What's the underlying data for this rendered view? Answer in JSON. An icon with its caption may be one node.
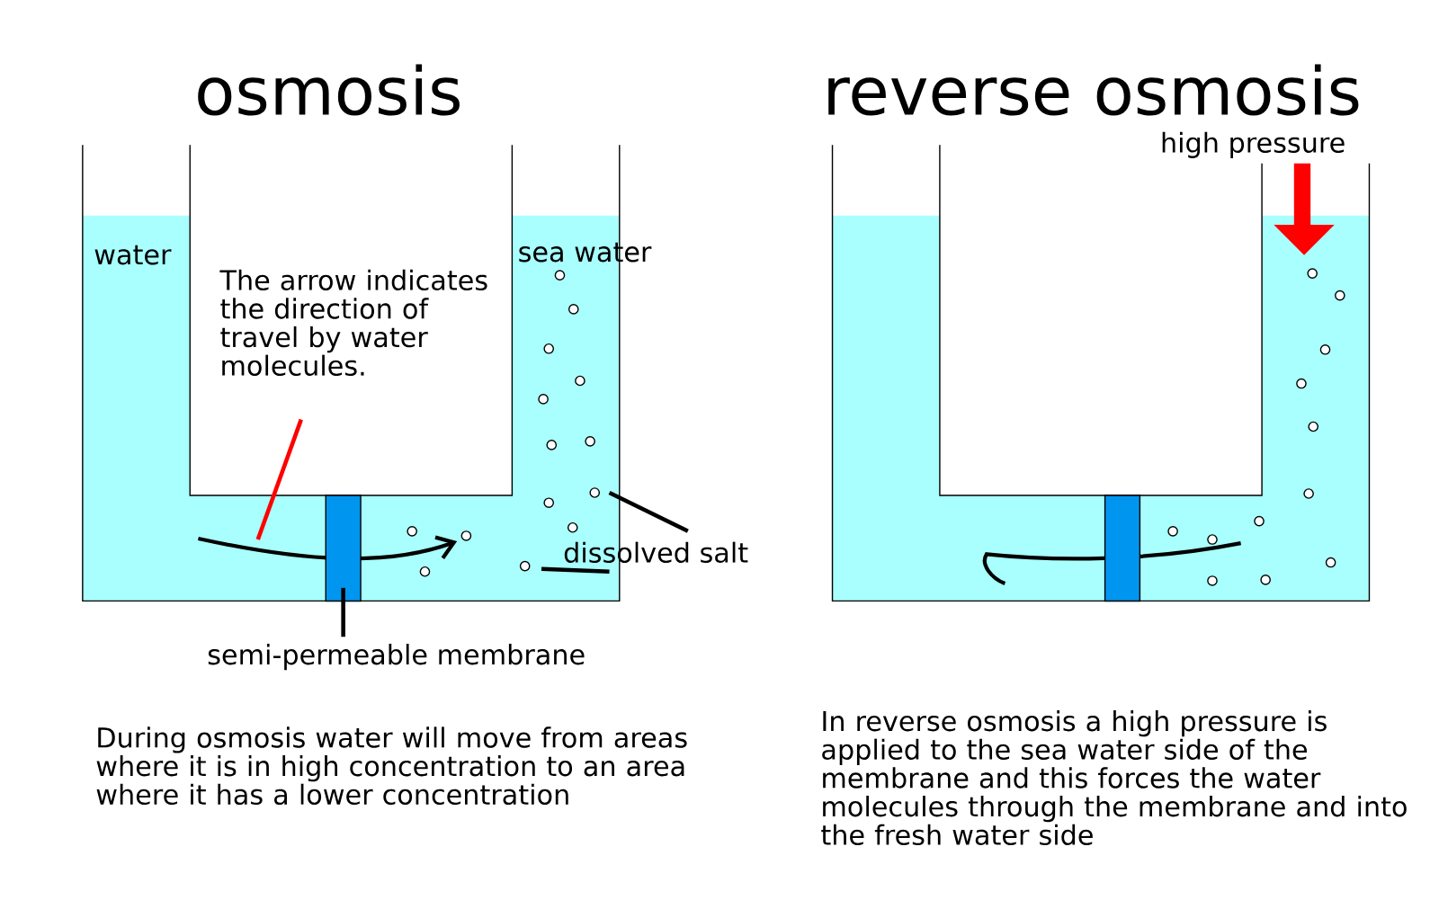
{
  "diagram": {
    "nodes": [
      {
        "text": [
          "The arrow indicates the direction of travel by water molecules."
        ]
      },
      {
        "text": [],
        "shape": "bar"
      },
      {
        "text": [
          "semi-permeable membrane"
        ]
      },
      {
        "text": [
          "dissolved salt"
        ]
      },
      {
        "text": [],
        "shape": "bar"
      }
    ],
    "edges": [
      {
        "from": 0,
        "to": null,
        "arrow": "none",
        "color": "#ff0000"
      },
      {
        "from": 2,
        "to": 1,
        "arrow": "none"
      },
      {
        "from": 3,
        "to": null,
        "arrow": "none"
      },
      {
        "from": 3,
        "to": null,
        "arrow": "none"
      }
    ],
    "labels": [
      "osmosis",
      "reverse osmosis",
      "water",
      "sea water",
      "high pressure",
      "During osmosis water will move from areas where it is in high concentration to an area where it has a lower concentration",
      "In reverse osmosis a high pressure is applied to the sea water side of the membrane and this forces the water molecules through the membrane and into the fresh water side"
    ]
  }
}
